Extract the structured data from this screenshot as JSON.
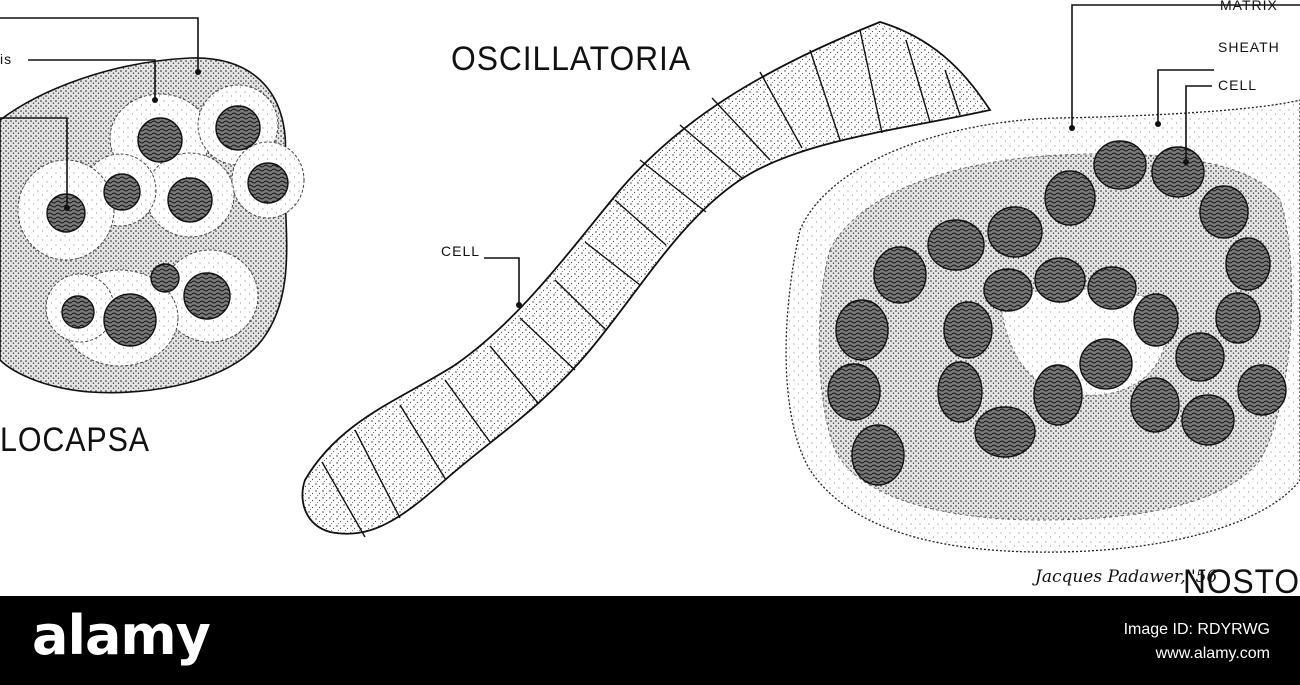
{
  "labels": {
    "oscillatoria_title": "OSCILLATORIA",
    "gloeocapsa_title": "LOCAPSA",
    "nostoc_title": "NOSTO",
    "gloeocapsa_label_partial": "is",
    "oscillatoria_cell": "CELL",
    "nostoc_matrix_partial": "MATRIX",
    "nostoc_sheath": "SHEATH",
    "nostoc_cell": "CELL",
    "signature": "Jacques Padawer, '56"
  },
  "watermark": {
    "brand": "alamy",
    "image_id": "Image ID: RDYRWG",
    "site": "www.alamy.com"
  },
  "colors": {
    "ink": "#111111",
    "cell_fill": "#6d6d6d",
    "banner_bg": "#000000",
    "banner_text": "#ffffff"
  }
}
